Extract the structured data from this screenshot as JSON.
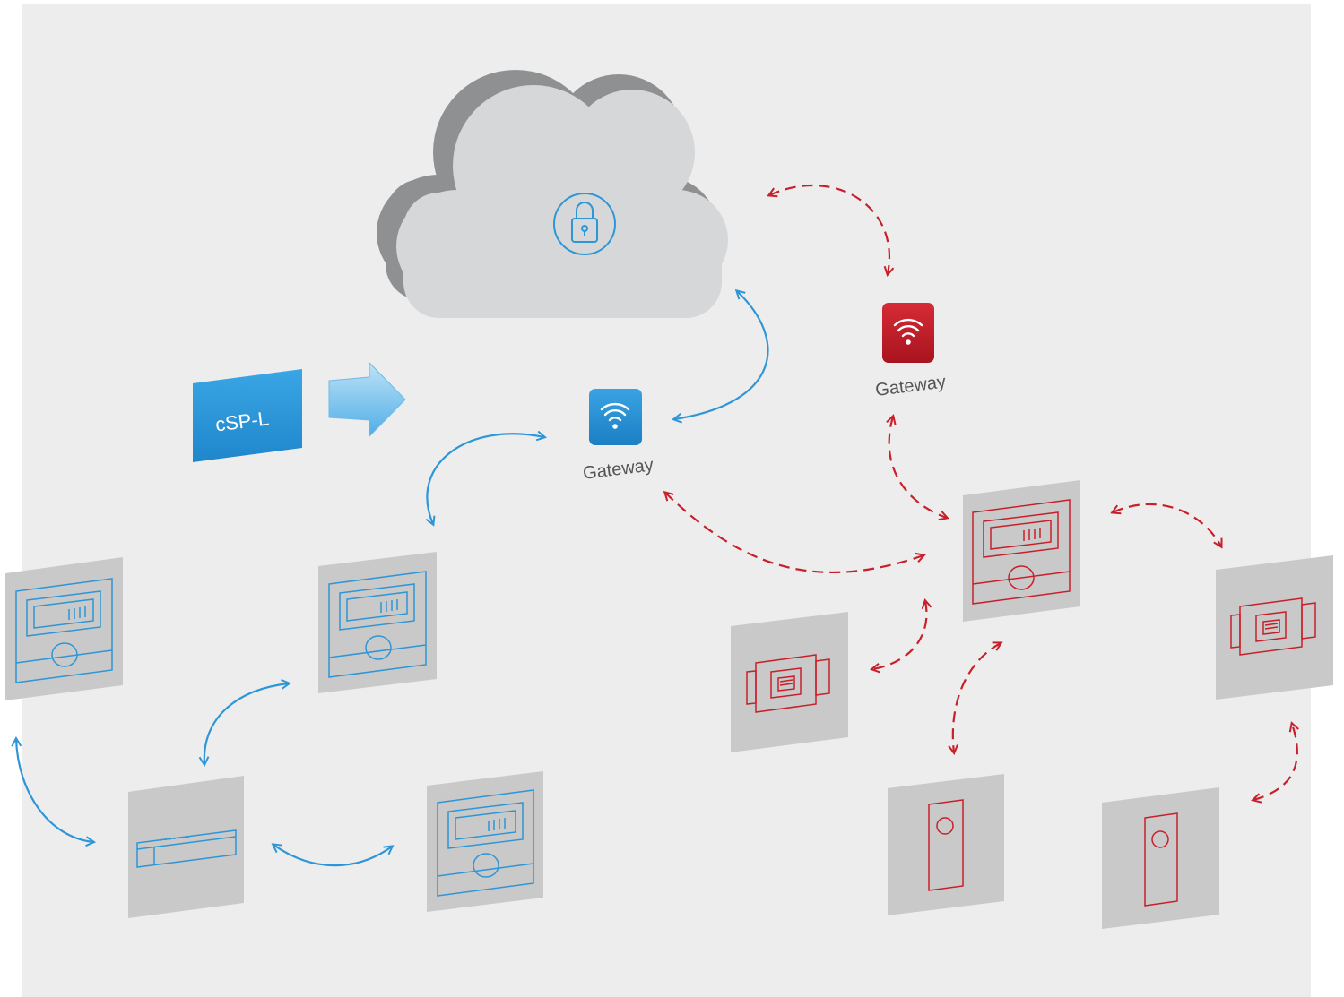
{
  "colors": {
    "background": "#ededed",
    "blue_network": "#2e96d6",
    "red_network": "#c8202a",
    "tile": "#c9c9c9",
    "cloud": "#d6d7d9",
    "cloud_side": "#8f9092",
    "label": "#555555"
  },
  "cloud": {
    "icon": "padlock-icon"
  },
  "input_box": {
    "label": "cSP-L",
    "arrow": "arrow-right-icon"
  },
  "blue_gateway": {
    "label": "Gateway",
    "icon": "wifi-icon"
  },
  "red_gateway": {
    "label": "Gateway",
    "icon": "wifi-icon"
  },
  "blue_devices": [
    {
      "kind": "room-controller-icon"
    },
    {
      "kind": "room-controller-icon"
    },
    {
      "kind": "base-station-icon"
    },
    {
      "kind": "room-controller-icon"
    }
  ],
  "red_devices": [
    {
      "kind": "room-controller-icon"
    },
    {
      "kind": "actuator-valve-icon"
    },
    {
      "kind": "actuator-valve-icon"
    },
    {
      "kind": "sensor-icon"
    },
    {
      "kind": "sensor-icon"
    }
  ]
}
